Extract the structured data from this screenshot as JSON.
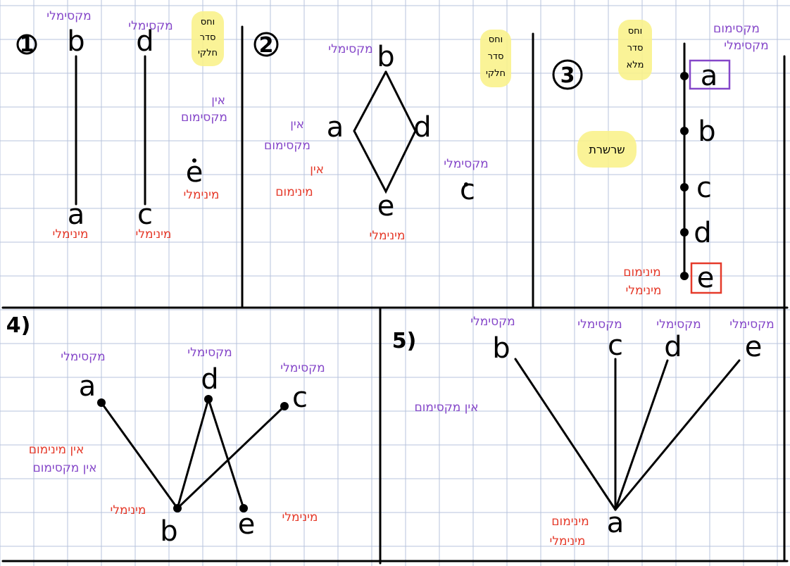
{
  "colors": {
    "grid": "#b7c3dc",
    "ink": "#000000",
    "purple_label": "#8547c9",
    "red_label": "#e53a2a",
    "highlight": "#faf28c"
  },
  "p1": {
    "number": "1",
    "nodes": {
      "b": "b",
      "d": "d",
      "a": "a",
      "c": "c",
      "e": "e"
    },
    "labels": {
      "max_b": "מקסימלי",
      "max_d": "מקסימלי",
      "min_a": "מינימלי",
      "min_c": "מינימלי",
      "min_e": "מינימלי",
      "no_max_1": "אין",
      "no_max_2": "מקסימום"
    },
    "note": [
      "וחס",
      "סדר",
      "חלקי"
    ]
  },
  "p2": {
    "number": "2",
    "nodes": {
      "a": "a",
      "b": "b",
      "d": "d",
      "e": "e",
      "c": "c"
    },
    "labels": {
      "max_b": "מקסימלי",
      "no_max_1": "אין",
      "no_max_2": "מקסימום",
      "no_min_1": "אין",
      "no_min_2": "מינימום",
      "min_e": "מינימלי",
      "max_c": "מקסימלי"
    },
    "note": [
      "וחס",
      "סדר",
      "חלקי"
    ]
  },
  "p3": {
    "number": "3",
    "nodes": {
      "a": "a",
      "b": "b",
      "c": "c",
      "d": "d",
      "e": "e"
    },
    "labels": {
      "max_top_1": "מקסימום",
      "max_top_2": "מקסימלי",
      "min_1": "מינימום",
      "min_2": "מינימלי",
      "chain": "שרשרת"
    },
    "note": [
      "וחס",
      "סדר",
      "מלא"
    ]
  },
  "p4": {
    "number": "4)",
    "nodes": {
      "a": "a",
      "d": "d",
      "c": "c",
      "b": "b",
      "e": "e"
    },
    "labels": {
      "max_a": "מקסימלי",
      "max_d": "מקסימלי",
      "max_c": "מקסימלי",
      "no_min": "אין מינימום",
      "no_max": "אין מקסימום",
      "min_b": "מינימלי",
      "min_e": "מינימלי"
    }
  },
  "p5": {
    "number": "5)",
    "nodes": {
      "b": "b",
      "c": "c",
      "d": "d",
      "e": "e",
      "a": "a"
    },
    "labels": {
      "max_b": "מקסימלי",
      "max_c": "מקסימלי",
      "max_d": "מקסימלי",
      "max_e": "מקסימלי",
      "no_max": "אין מקסימום",
      "min_1": "מינימום",
      "min_2": "מינימלי"
    }
  }
}
